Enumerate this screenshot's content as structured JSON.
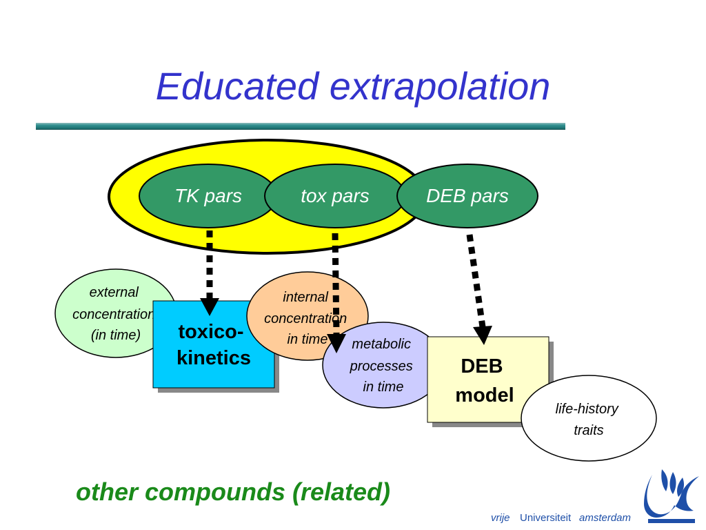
{
  "slide": {
    "title": "Educated extrapolation",
    "caption": "other compounds (related)"
  },
  "diagram": {
    "group_ellipse_color": "#ffff00",
    "param_nodes": [
      {
        "id": "tk",
        "label": "TK pars"
      },
      {
        "id": "tox",
        "label": "tox pars"
      },
      {
        "id": "deb",
        "label": "DEB pars"
      }
    ],
    "model_boxes": [
      {
        "id": "toxicokinetics",
        "lines": [
          "toxico-",
          "kinetics"
        ],
        "color": "#00ccff"
      },
      {
        "id": "deb-model",
        "lines": [
          "DEB",
          "model"
        ],
        "color": "#ffffcc"
      }
    ],
    "state_ovals": [
      {
        "id": "external",
        "lines": [
          "external",
          "concentration",
          "(in time)"
        ],
        "color": "#ccffcc"
      },
      {
        "id": "internal",
        "lines": [
          "internal",
          "concentration",
          "in time"
        ],
        "color": "#ffcc99"
      },
      {
        "id": "metabolic",
        "lines": [
          "metabolic",
          "processes",
          "in time"
        ],
        "color": "#ccccff"
      },
      {
        "id": "life-history",
        "lines": [
          "life-history",
          "traits"
        ],
        "color": "#ffffff"
      }
    ],
    "node_color": "#339966"
  },
  "logo": {
    "word1": "vrije",
    "word2": "Universiteit",
    "word3": "amsterdam",
    "color": "#1e4fa8"
  }
}
